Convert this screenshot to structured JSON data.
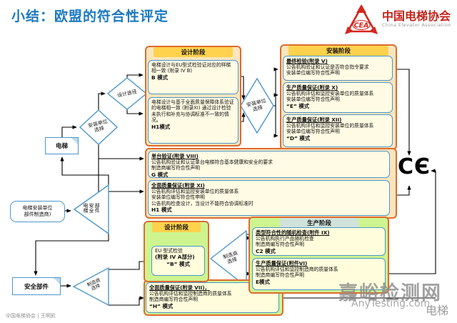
{
  "title": "小结：欧盟的符合性评定",
  "logo": {
    "acronym": "CEA",
    "name_cn": "中国电梯协会",
    "name_en": "China Elevator Association"
  },
  "panels": {
    "design_top": {
      "header": "设计阶段",
      "boxes": [
        {
          "body": "电梯设计与EU型式检验证对应的样梯相一致 (附录 IV B)",
          "mode": "B 模式"
        },
        {
          "body": "电梯设计与基于全面质量保障体系验证的电梯相一致 (附录XI) 通过设计检验未执行和补充与协调标准不一致的情况。",
          "mode": "H1模式"
        }
      ]
    },
    "install": {
      "header": "安装阶段",
      "boxes": [
        {
          "title": "最终检验(附录 V)",
          "lines": [
            "公告机构验证和认证是否符合指令要求",
            "安装单位编写符合性声明"
          ]
        },
        {
          "title": "生产质量保证(附录 X)",
          "lines": [
            "公告机构评估和监控安装单位的质量体系",
            "安装单位编写符合性声明"
          ],
          "mode": "“E” 模式"
        },
        {
          "title": "生产质量保证(附录 XII)",
          "lines": [
            "公告机构评估和监控安装单位的质量体系",
            "安装单位编写符合性声明"
          ],
          "mode": "“D” 模式"
        }
      ]
    },
    "middle": {
      "boxes": [
        {
          "title": "单台验证(附录 VIII)",
          "lines": [
            "公告机构验证和认证单台电梯符合基本健康和安全的要求",
            "制造商编写符合性声明"
          ],
          "mode": "G 模式"
        },
        {
          "title": "全面质量保证(附录 XI)",
          "lines": [
            "公告机构评估和监控安装单位的质量体系",
            "安装单位编写符合性申明",
            "公告机构检查设计，当设计不能符合协调标准时"
          ],
          "mode": "H1 模式"
        }
      ]
    },
    "design_bottom": {
      "header": "设计阶段",
      "eu_box": {
        "line1": "EU 型式检验",
        "line2": "(附录 IV A部分)",
        "mode": "“B” 模式"
      },
      "wide_box": {
        "title": "全面质量保证(附录 VII)，",
        "lines": [
          "公告机构评估和监控制造商的质量体系",
          "制造商编写符合性声明"
        ],
        "mode": "“H” 模式"
      }
    },
    "production": {
      "header": "生产阶段",
      "boxes": [
        {
          "title": "类型符合性的随机检查(附件 IX)",
          "lines": [
            "公告机构执行产品随机检查",
            "制造商编写符合性声明"
          ],
          "mode": "C2 模式"
        },
        {
          "title": "生产质量保证(附件VI)",
          "lines": [
            "公告机构评估和监控制造商的质量体系",
            "制造商编写符合性声明"
          ],
          "mode": "E模式"
        }
      ]
    }
  },
  "nodes": {
    "elevator": "电梯",
    "installer_line1": "电梯安装单位",
    "installer_line2": "部件制造商)",
    "safety_parts": "安全部件",
    "design_route": "设计途径",
    "installer_choice_line1": "安装单位",
    "installer_choice_line2": "选择",
    "elevator_or_safety": "电梯安全部件",
    "manufacturer_choice_line1": "制造商",
    "manufacturer_choice_line2": "选择",
    "ce_mark": "CЄ"
  },
  "footer": "中国电梯协会 | 王明凯",
  "watermark": {
    "main": "嘉峪检测网",
    "sub": "AnyTesting.com",
    "extra": "电梯"
  },
  "colors": {
    "title_blue": "#1B79C0",
    "panel_border": "#DE6B2F",
    "panel_yellow": "#FBE5BC",
    "panel_green": "#CDF48F",
    "box_border": "#4D97CB",
    "brand_red": "#D3281E"
  }
}
